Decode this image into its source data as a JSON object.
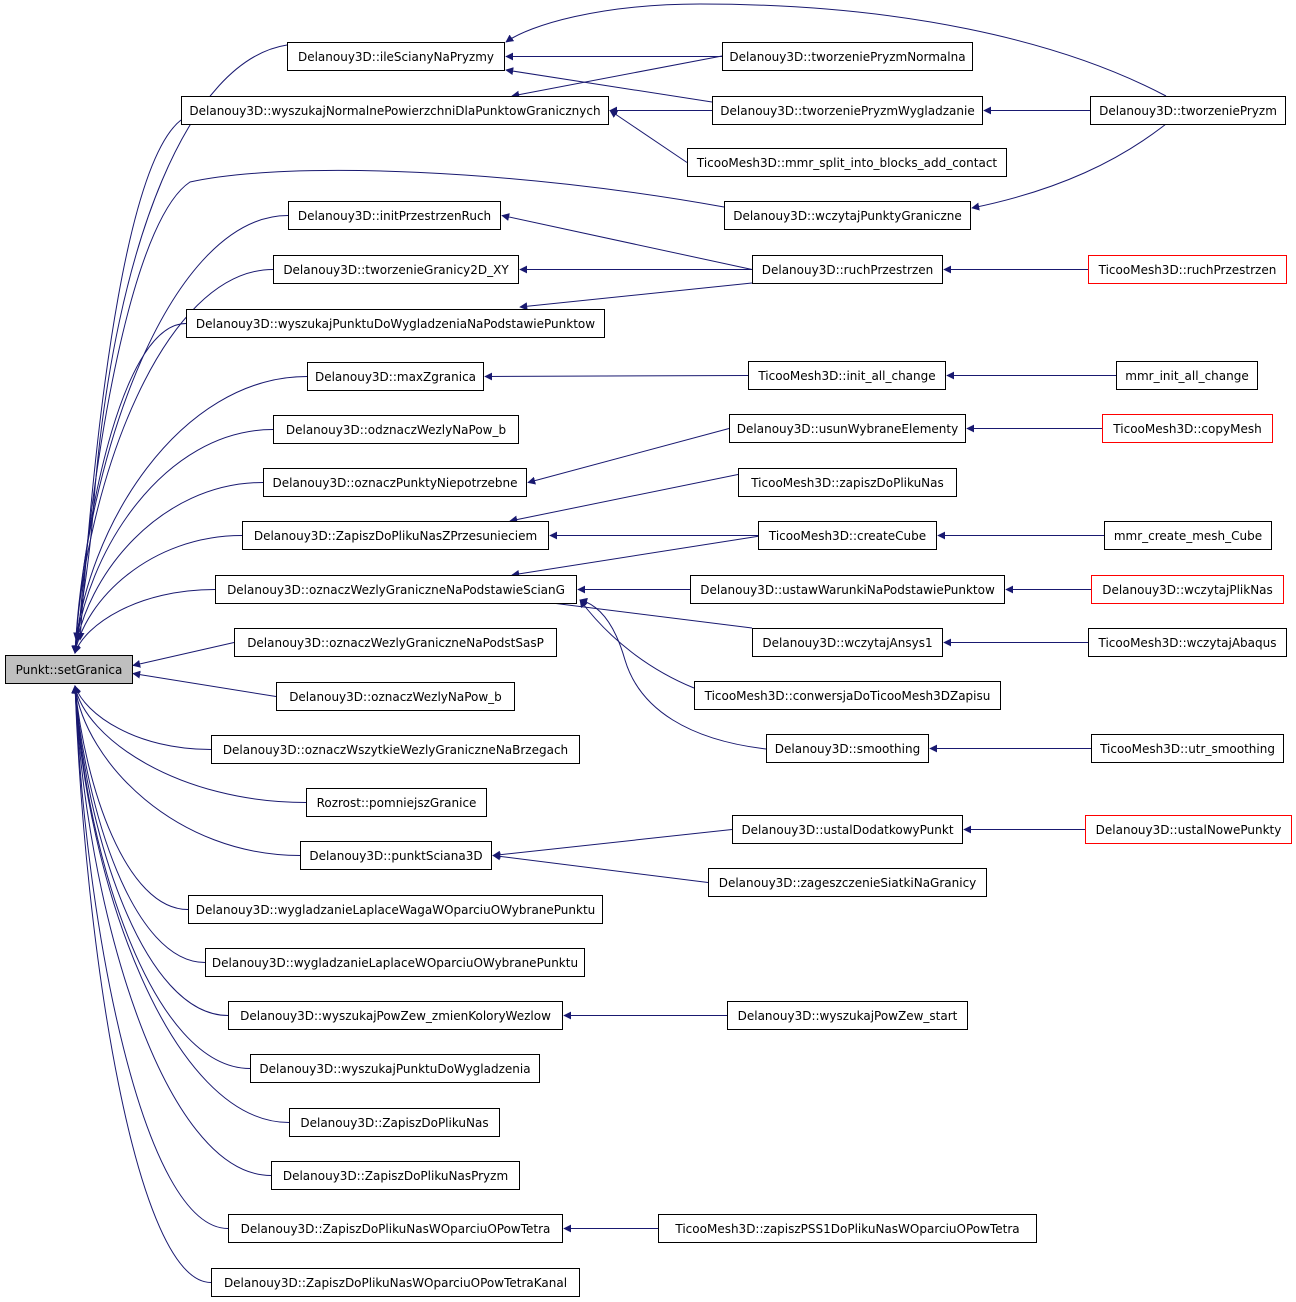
{
  "graph": {
    "edge_color": "#191970",
    "truncated_border_color": "#ff0000",
    "root_fill": "#bfbfbf",
    "root": {
      "id": "root",
      "label": "Punkt::setGranica"
    },
    "nodes": [
      {
        "id": "n1",
        "label": "Delanouy3D::ileScianyNaPryzmy"
      },
      {
        "id": "n2",
        "label": "Delanouy3D::wyszukajNormalnePowierzchniDlaPunktowGranicznych"
      },
      {
        "id": "n3",
        "label": "Delanouy3D::initPrzestrzenRuch"
      },
      {
        "id": "n4",
        "label": "Delanouy3D::tworzenieGranicy2D_XY"
      },
      {
        "id": "n5",
        "label": "Delanouy3D::wyszukajPunktuDoWygladzeniaNaPodstawiePunktow"
      },
      {
        "id": "n6",
        "label": "Delanouy3D::maxZgranica"
      },
      {
        "id": "n7",
        "label": "Delanouy3D::odznaczWezlyNaPow_b"
      },
      {
        "id": "n8",
        "label": "Delanouy3D::oznaczPunktyNiepotrzebne"
      },
      {
        "id": "n9",
        "label": "Delanouy3D::ZapiszDoPlikuNasZPrzesunieciem"
      },
      {
        "id": "n10",
        "label": "Delanouy3D::oznaczWezlyGraniczneNaPodstawieScianG"
      },
      {
        "id": "n11",
        "label": "Delanouy3D::oznaczWezlyGraniczneNaPodstSasP"
      },
      {
        "id": "n12",
        "label": "Delanouy3D::oznaczWezlyNaPow_b"
      },
      {
        "id": "n13",
        "label": "Delanouy3D::oznaczWszytkieWezlyGraniczneNaBrzegach"
      },
      {
        "id": "n14",
        "label": "Rozrost::pomniejszGranice"
      },
      {
        "id": "n15",
        "label": "Delanouy3D::punktSciana3D"
      },
      {
        "id": "n16",
        "label": "Delanouy3D::wygladzanieLaplaceWagaWOparciuOWybranePunktu"
      },
      {
        "id": "n17",
        "label": "Delanouy3D::wygladzanieLaplaceWOparciuOWybranePunktu"
      },
      {
        "id": "n18",
        "label": "Delanouy3D::wyszukajPowZew_zmienKoloryWezlow"
      },
      {
        "id": "n19",
        "label": "Delanouy3D::wyszukajPunktuDoWygladzenia"
      },
      {
        "id": "n20",
        "label": "Delanouy3D::ZapiszDoPlikuNas"
      },
      {
        "id": "n21",
        "label": "Delanouy3D::ZapiszDoPlikuNasPryzm"
      },
      {
        "id": "n22",
        "label": "Delanouy3D::ZapiszDoPlikuNasWOparciuOPowTetra"
      },
      {
        "id": "n23",
        "label": "Delanouy3D::ZapiszDoPlikuNasWOparciuOPowTetraKanal"
      },
      {
        "id": "m1",
        "label": "Delanouy3D::tworzeniePryzmNormalna"
      },
      {
        "id": "m2",
        "label": "Delanouy3D::tworzeniePryzmWygladzanie"
      },
      {
        "id": "m3",
        "label": "TicooMesh3D::mmr_split_into_blocks_add_contact"
      },
      {
        "id": "m4",
        "label": "Delanouy3D::wczytajPunktyGraniczne"
      },
      {
        "id": "m5",
        "label": "Delanouy3D::ruchPrzestrzen"
      },
      {
        "id": "m6",
        "label": "TicooMesh3D::init_all_change"
      },
      {
        "id": "m7",
        "label": "Delanouy3D::usunWybraneElementy"
      },
      {
        "id": "m8",
        "label": "TicooMesh3D::zapiszDoPlikuNas"
      },
      {
        "id": "m9",
        "label": "TicooMesh3D::createCube"
      },
      {
        "id": "m10",
        "label": "Delanouy3D::ustawWarunkiNaPodstawiePunktow"
      },
      {
        "id": "m11",
        "label": "Delanouy3D::wczytajAnsys1"
      },
      {
        "id": "m12",
        "label": "TicooMesh3D::conwersjaDoTicooMesh3DZapisu"
      },
      {
        "id": "m13",
        "label": "Delanouy3D::smoothing"
      },
      {
        "id": "m14",
        "label": "Delanouy3D::ustalDodatkowyPunkt"
      },
      {
        "id": "m15",
        "label": "Delanouy3D::zageszczenieSiatkiNaGranicy"
      },
      {
        "id": "m16",
        "label": "Delanouy3D::wyszukajPowZew_start"
      },
      {
        "id": "m17",
        "label": "TicooMesh3D::zapiszPSS1DoPlikuNasWOparciuOPowTetra"
      },
      {
        "id": "r1",
        "label": "Delanouy3D::tworzeniePryzm"
      },
      {
        "id": "r2",
        "label": "TicooMesh3D::ruchPrzestrzen",
        "truncated": true
      },
      {
        "id": "r3",
        "label": "mmr_init_all_change"
      },
      {
        "id": "r4",
        "label": "TicooMesh3D::copyMesh",
        "truncated": true
      },
      {
        "id": "r5",
        "label": "mmr_create_mesh_Cube"
      },
      {
        "id": "r6",
        "label": "Delanouy3D::wczytajPlikNas",
        "truncated": true
      },
      {
        "id": "r7",
        "label": "TicooMesh3D::wczytajAbaqus"
      },
      {
        "id": "r8",
        "label": "TicooMesh3D::utr_smoothing"
      },
      {
        "id": "r9",
        "label": "Delanouy3D::ustalNowePunkty",
        "truncated": true
      }
    ],
    "edges": [
      [
        "n1",
        "root"
      ],
      [
        "n2",
        "root"
      ],
      [
        "n3",
        "root"
      ],
      [
        "n4",
        "root"
      ],
      [
        "n5",
        "root"
      ],
      [
        "n6",
        "root"
      ],
      [
        "n7",
        "root"
      ],
      [
        "n8",
        "root"
      ],
      [
        "n9",
        "root"
      ],
      [
        "n10",
        "root"
      ],
      [
        "n11",
        "root"
      ],
      [
        "n12",
        "root"
      ],
      [
        "n13",
        "root"
      ],
      [
        "n14",
        "root"
      ],
      [
        "n15",
        "root"
      ],
      [
        "n16",
        "root"
      ],
      [
        "n17",
        "root"
      ],
      [
        "n18",
        "root"
      ],
      [
        "n19",
        "root"
      ],
      [
        "n20",
        "root"
      ],
      [
        "n21",
        "root"
      ],
      [
        "n22",
        "root"
      ],
      [
        "n23",
        "root"
      ],
      [
        "m4",
        "root"
      ],
      [
        "m1",
        "n1"
      ],
      [
        "m2",
        "n1"
      ],
      [
        "r1",
        "n1"
      ],
      [
        "m1",
        "n2"
      ],
      [
        "m2",
        "n2"
      ],
      [
        "m3",
        "n2"
      ],
      [
        "m5",
        "n3"
      ],
      [
        "m5",
        "n4"
      ],
      [
        "m5",
        "n5"
      ],
      [
        "m6",
        "n6"
      ],
      [
        "m7",
        "n8"
      ],
      [
        "m8",
        "n9"
      ],
      [
        "m9",
        "n9"
      ],
      [
        "m9",
        "n10"
      ],
      [
        "m10",
        "n10"
      ],
      [
        "m11",
        "n10"
      ],
      [
        "m12",
        "n10"
      ],
      [
        "m13",
        "n10"
      ],
      [
        "m14",
        "n15"
      ],
      [
        "m15",
        "n15"
      ],
      [
        "m16",
        "n18"
      ],
      [
        "m17",
        "n22"
      ],
      [
        "r1",
        "m2"
      ],
      [
        "r1",
        "m4"
      ],
      [
        "r2",
        "m5"
      ],
      [
        "r3",
        "m6"
      ],
      [
        "r4",
        "m7"
      ],
      [
        "r5",
        "m9"
      ],
      [
        "r6",
        "m10"
      ],
      [
        "r7",
        "m11"
      ],
      [
        "r8",
        "m13"
      ],
      [
        "r9",
        "m14"
      ]
    ]
  }
}
